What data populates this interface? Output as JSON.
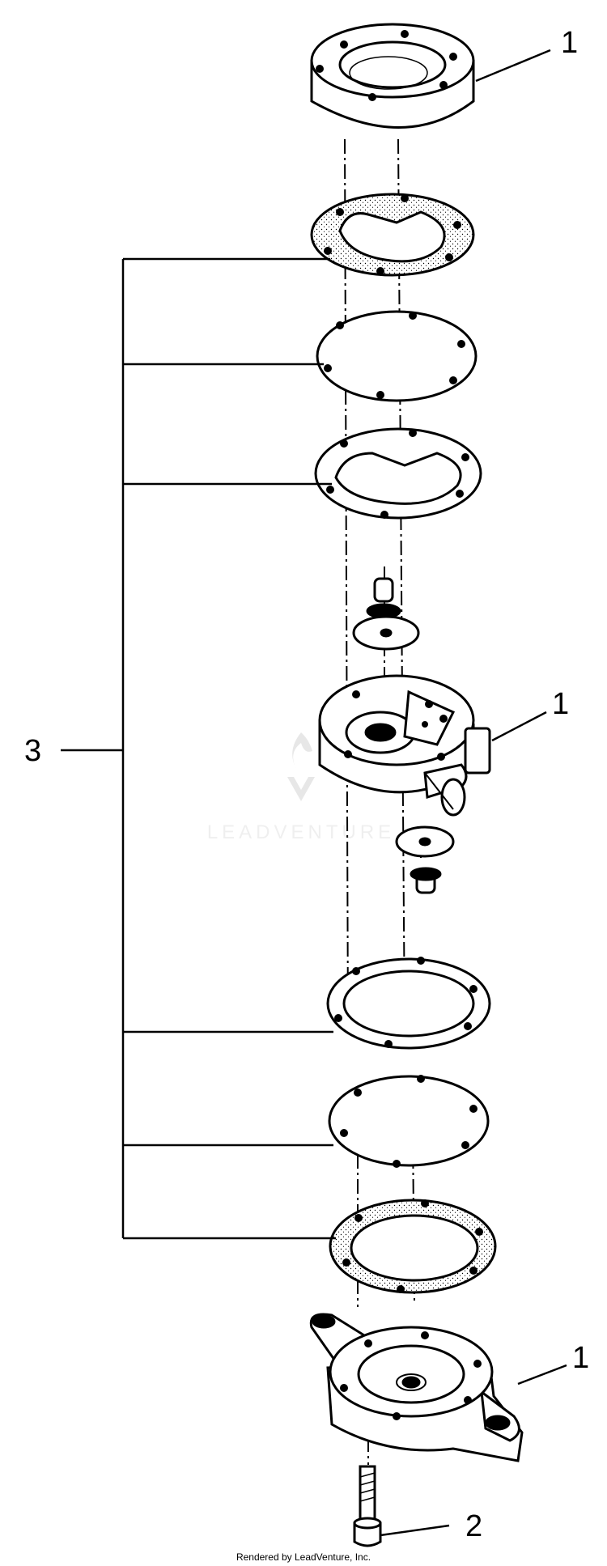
{
  "callouts": {
    "top_housing": "1",
    "middle_body": "1",
    "bottom_housing": "1",
    "screw": "2",
    "kit": "3"
  },
  "watermark": "LEADVENTURE",
  "footer": "Rendered by LeadVenture, Inc."
}
